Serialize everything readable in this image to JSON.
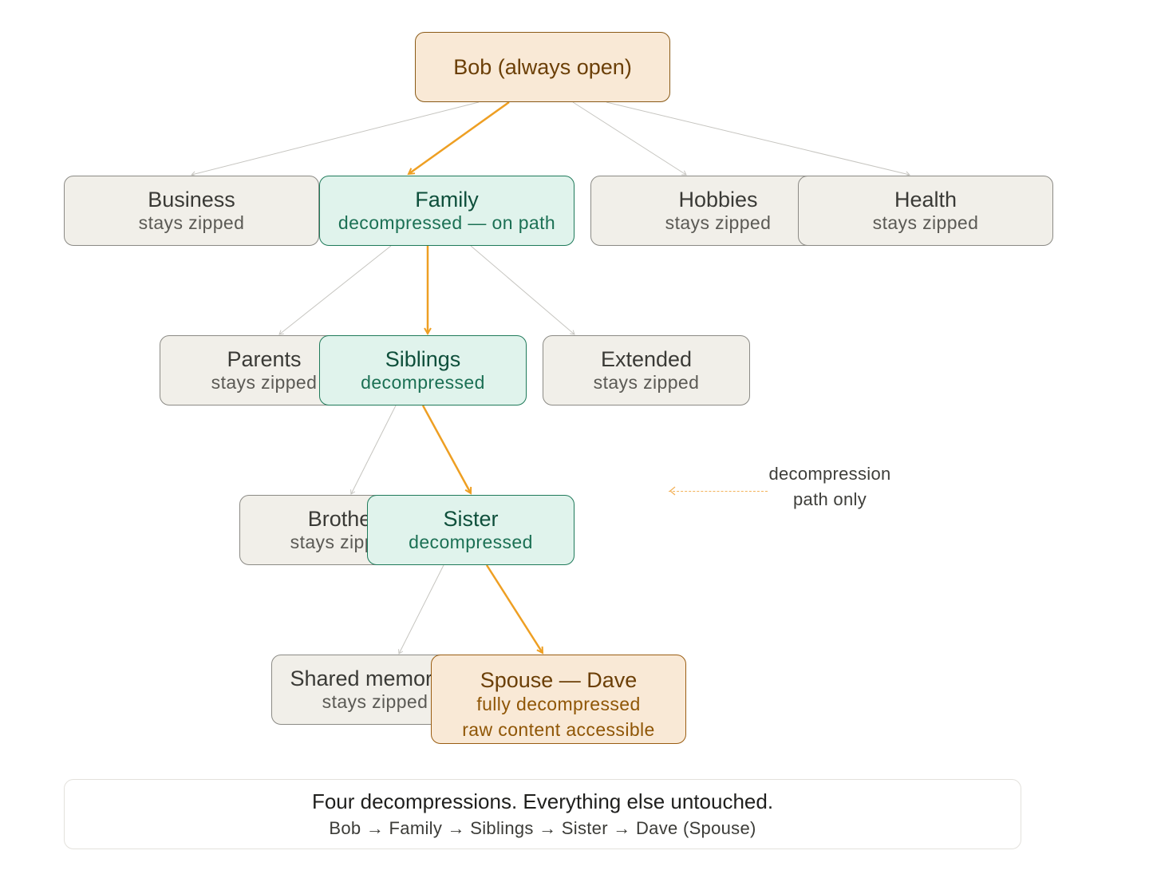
{
  "colors": {
    "path_edge": "#ee9f23",
    "zipped_edge": "#c6c5c0",
    "zipped_fill": "#f1efe9",
    "decompressed_fill": "#e0f3ec",
    "target_fill": "#f9e9d6"
  },
  "nodes": {
    "bob": {
      "title": "Bob (always open)"
    },
    "business": {
      "title": "Business",
      "sub": "stays zipped"
    },
    "family": {
      "title": "Family",
      "sub": "decompressed — on path"
    },
    "hobbies": {
      "title": "Hobbies",
      "sub": "stays zipped"
    },
    "health": {
      "title": "Health",
      "sub": "stays zipped"
    },
    "parents": {
      "title": "Parents",
      "sub": "stays zipped"
    },
    "siblings": {
      "title": "Siblings",
      "sub": "decompressed"
    },
    "extended": {
      "title": "Extended",
      "sub": "stays zipped"
    },
    "brother": {
      "title": "Brother",
      "sub": "stays zipped"
    },
    "sister": {
      "title": "Sister",
      "sub": "decompressed"
    },
    "shared": {
      "title": "Shared memories",
      "sub": "stays zipped"
    },
    "dave": {
      "title": "Spouse — Dave",
      "sub": "fully decompressed",
      "sub2": "raw content accessible"
    }
  },
  "legend": {
    "line1": "decompression",
    "line2": "path only"
  },
  "summary": {
    "headline": "Four decompressions. Everything else untouched.",
    "path": "Bob → Family → Siblings → Sister → Dave (Spouse)"
  }
}
